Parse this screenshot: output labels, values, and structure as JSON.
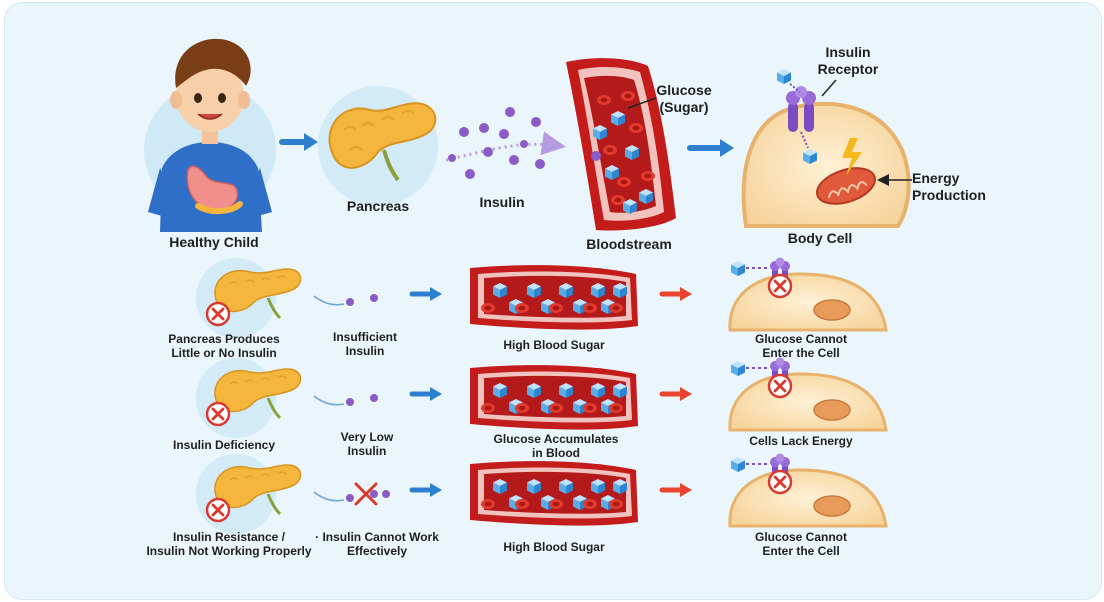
{
  "top_row": {
    "child": "Healthy Child",
    "pancreas": "Pancreas",
    "insulin": "Insulin",
    "glucose": "Glucose\n(Sugar)",
    "bloodstream": "Bloodstream",
    "receptor": "Insulin\nReceptor",
    "energy": "Energy\nProduction",
    "body_cell": "Body Cell"
  },
  "rows": [
    {
      "cause": "Pancreas Produces\nLittle or No Insulin",
      "insulin": "Insufficient\nInsulin",
      "blood": "High Blood Sugar",
      "outcome": "Glucose Cannot\nEnter the Cell"
    },
    {
      "cause": "Insulin Deficiency",
      "insulin": "Very Low\nInsulin",
      "blood": "Glucose Accumulates\nin Blood",
      "outcome": "Cells Lack Energy"
    },
    {
      "cause": "Insulin Resistance /\nInsulin Not Working Properly",
      "insulin": "· Insulin Cannot Work\nEffectively",
      "blood": "High Blood Sugar",
      "outcome": "Glucose Cannot\nEnter the Cell"
    }
  ],
  "colors": {
    "background": "#eaf6fc",
    "blue_arrow": "#2f7fd1",
    "red_arrow": "#e8452c",
    "vessel": "#b81818",
    "glucose_cube": "#4da6e6",
    "insulin_dot": "#8b5cc8",
    "pancreas": "#f4b63c",
    "cell": "#fbe3b8"
  }
}
